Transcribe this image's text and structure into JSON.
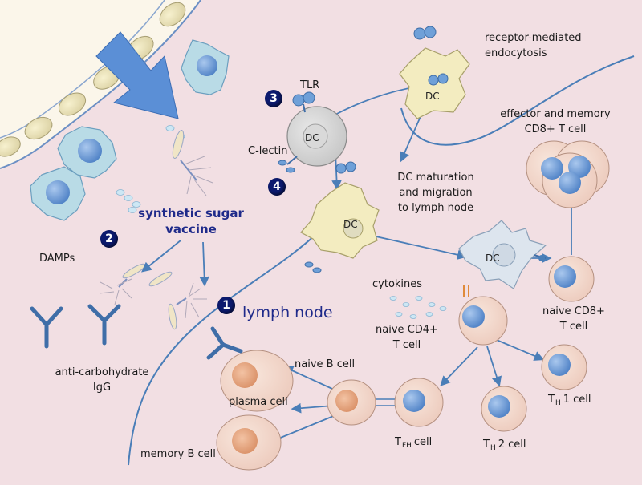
{
  "badges": [
    "1",
    "2",
    "3",
    "4"
  ],
  "labels": {
    "receptor_mediated": [
      "receptor-mediated",
      "endocytosis"
    ],
    "tlr": "TLR",
    "c_lectin": "C-lectin",
    "dc": "DC",
    "effector_memory": [
      "effector and memory",
      "CD8+ T cell"
    ],
    "dc_maturation": [
      "DC maturation",
      "and migration",
      "to lymph node"
    ],
    "synthetic_vaccine": [
      "synthetic sugar",
      "vaccine"
    ],
    "damps": "DAMPs",
    "cytokines": "cytokines",
    "naive_cd8": [
      "naive CD8+",
      "T cell"
    ],
    "naive_cd4": [
      "naive CD4+",
      "T cell"
    ],
    "lymph_node": "lymph node",
    "anti_carb": [
      "anti-carbohydrate",
      "IgG"
    ],
    "naive_b": "naive B cell",
    "plasma": "plasma cell",
    "memory_b": "memory B cell",
    "th1": {
      "main": "T",
      "sub": "H",
      "rest": "1  cell"
    },
    "tfh": {
      "main": "T",
      "sub": "FH",
      "rest": "cell"
    },
    "th2": {
      "main": "T",
      "sub": "H",
      "rest": "2  cell"
    }
  },
  "colors": {
    "background": "#f2dfe3",
    "arrow": "#4a7eb8",
    "cell_body": "#f6ddd2",
    "nucleus": "#6d9ad6",
    "dc_yellow": "#f3ecc0",
    "badge": "#0c1a6e",
    "title_blue": "#1f2a8a"
  }
}
